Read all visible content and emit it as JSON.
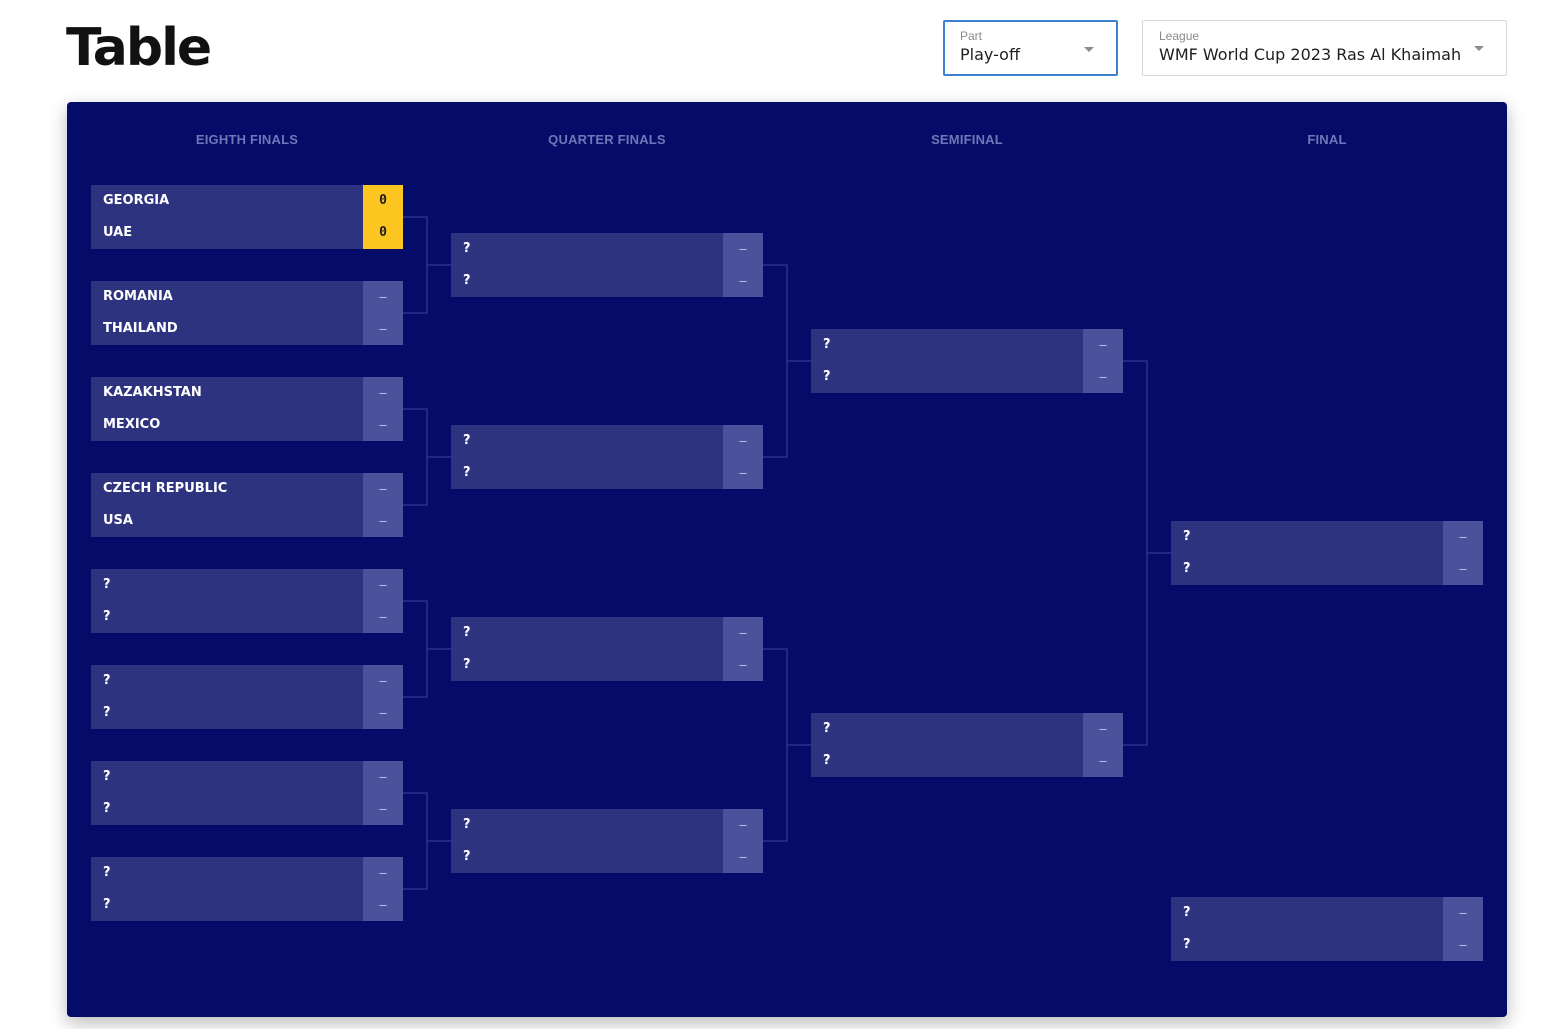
{
  "header": {
    "title": "Table"
  },
  "filters": {
    "part": {
      "label": "Part",
      "value": "Play-off"
    },
    "league": {
      "label": "League",
      "value": "WMF World Cup 2023 Ras Al Khaimah"
    }
  },
  "rounds": [
    {
      "title": "EIGHTH FINALS"
    },
    {
      "title": "QUARTER FINALS"
    },
    {
      "title": "SEMIFINAL"
    },
    {
      "title": "FINAL"
    }
  ],
  "matches": {
    "r1": [
      {
        "team1": "GEORGIA",
        "score1": "0",
        "team2": "UAE",
        "score2": "0"
      },
      {
        "team1": "ROMANIA",
        "score1": "–",
        "team2": "THAILAND",
        "score2": "–"
      },
      {
        "team1": "KAZAKHSTAN",
        "score1": "–",
        "team2": "MEXICO",
        "score2": "–"
      },
      {
        "team1": "CZECH REPUBLIC",
        "score1": "–",
        "team2": "USA",
        "score2": "–"
      },
      {
        "team1": "?",
        "score1": "–",
        "team2": "?",
        "score2": "–"
      },
      {
        "team1": "?",
        "score1": "–",
        "team2": "?",
        "score2": "–"
      },
      {
        "team1": "?",
        "score1": "–",
        "team2": "?",
        "score2": "–"
      },
      {
        "team1": "?",
        "score1": "–",
        "team2": "?",
        "score2": "–"
      }
    ],
    "r2": [
      {
        "team1": "?",
        "score1": "–",
        "team2": "?",
        "score2": "–"
      },
      {
        "team1": "?",
        "score1": "–",
        "team2": "?",
        "score2": "–"
      },
      {
        "team1": "?",
        "score1": "–",
        "team2": "?",
        "score2": "–"
      },
      {
        "team1": "?",
        "score1": "–",
        "team2": "?",
        "score2": "–"
      }
    ],
    "r3": [
      {
        "team1": "?",
        "score1": "–",
        "team2": "?",
        "score2": "–"
      },
      {
        "team1": "?",
        "score1": "–",
        "team2": "?",
        "score2": "–"
      }
    ],
    "r4": [
      {
        "team1": "?",
        "score1": "–",
        "team2": "?",
        "score2": "–"
      },
      {
        "team1": "?",
        "score1": "–",
        "team2": "?",
        "score2": "–"
      }
    ]
  },
  "colors": {
    "panel": "#050b69",
    "match": "#2e3380",
    "score": "#4b519a",
    "active_score": "#fdc520",
    "focus_border": "#3f7fd2"
  }
}
